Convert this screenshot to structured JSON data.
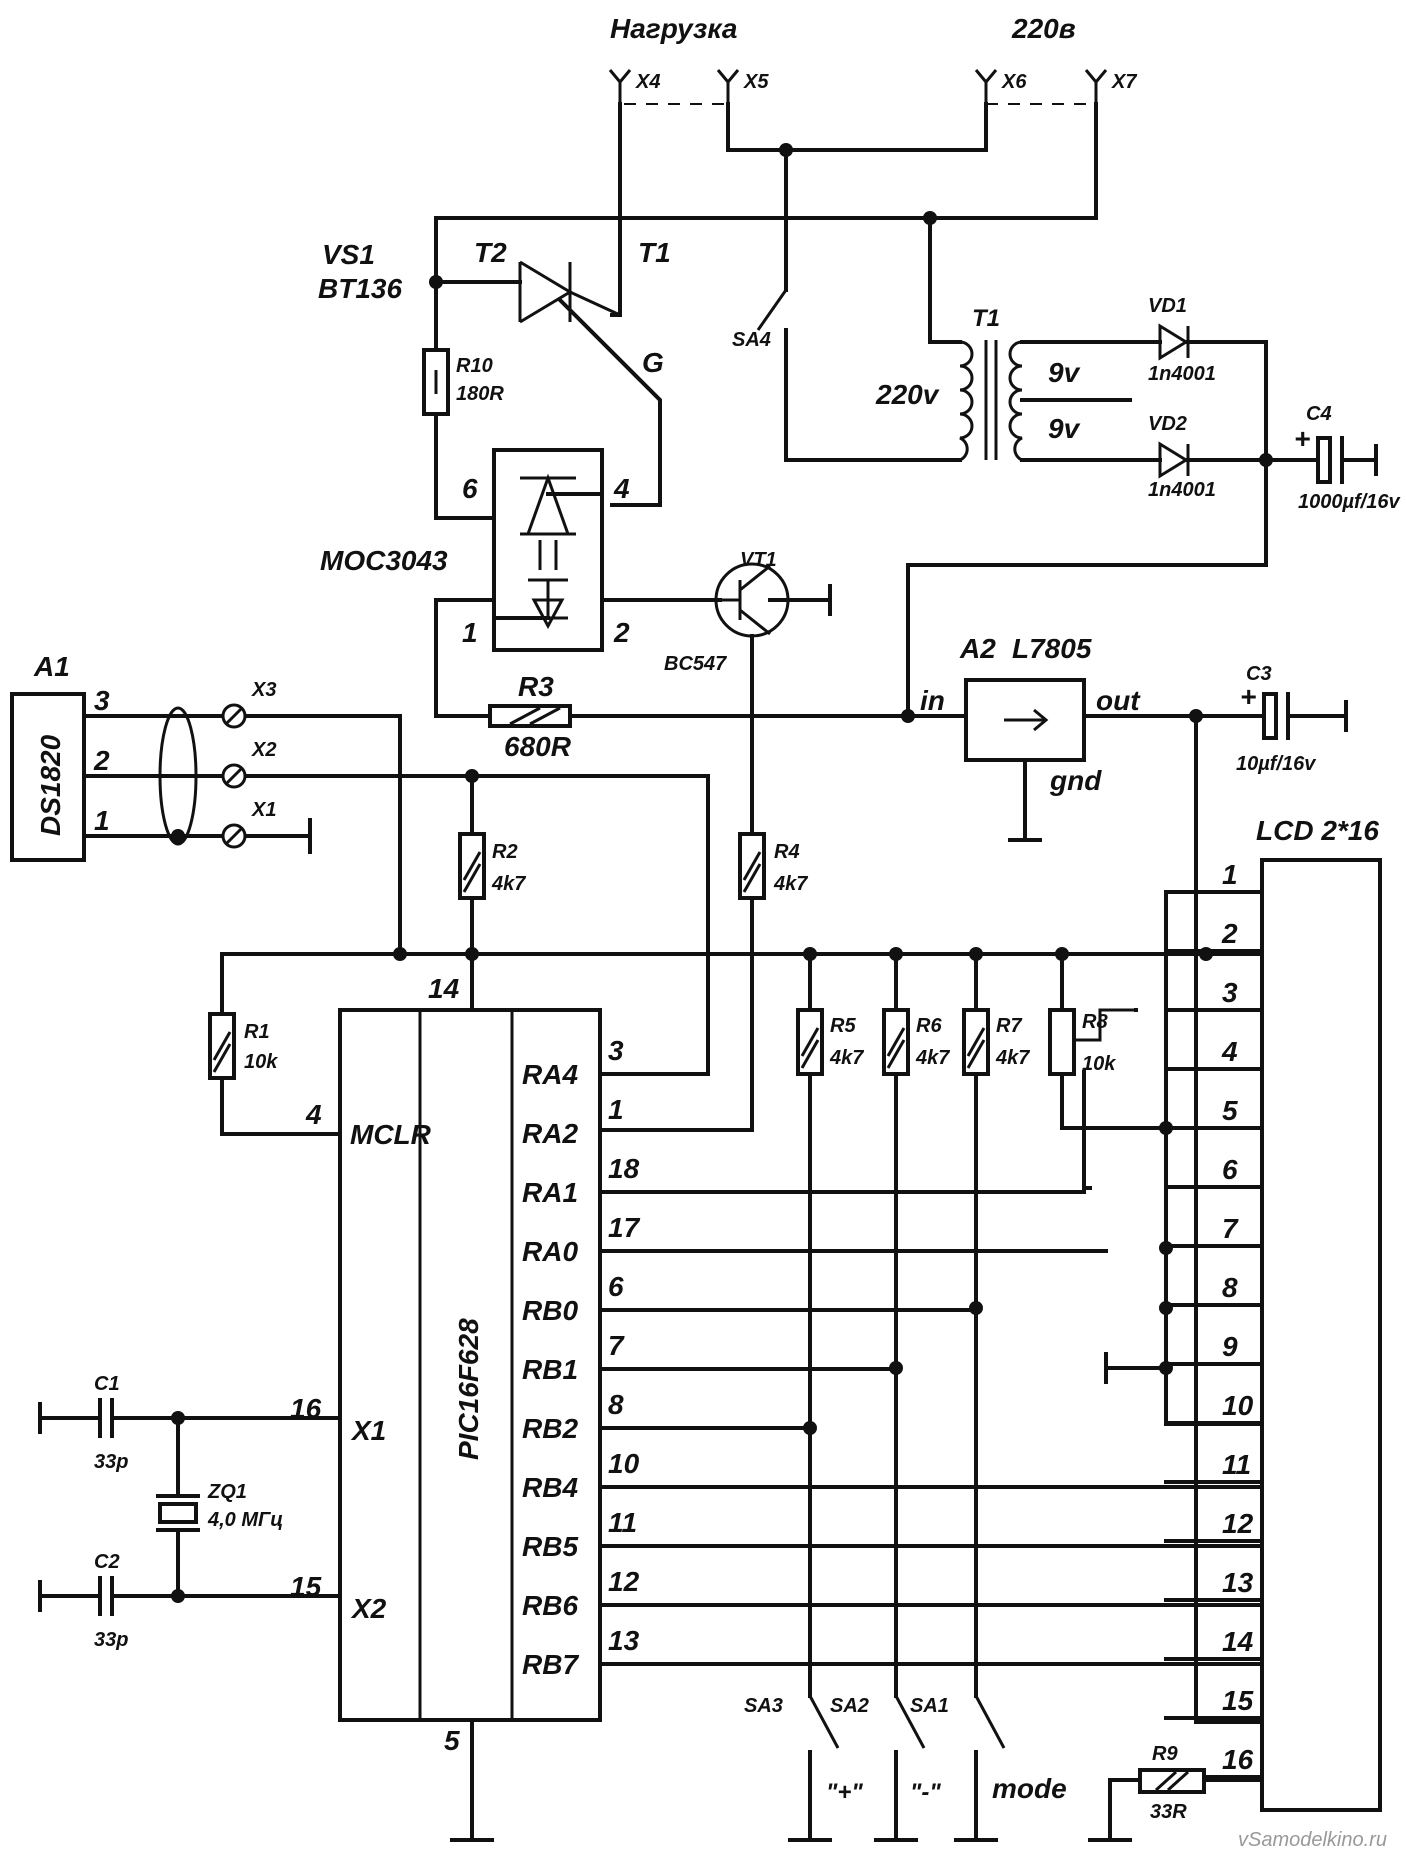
{
  "terminals": {
    "load": "Нагрузка",
    "mains": "220в",
    "x4": "X4",
    "x5": "X5",
    "x6": "X6",
    "x7": "X7",
    "x1": "X1",
    "x2": "X2",
    "x3": "X3"
  },
  "triac": {
    "ref": "VS1",
    "part": "BT136",
    "t1": "T1",
    "t2": "T2",
    "g": "G"
  },
  "optocoupler": {
    "part": "MOC3043",
    "p1": "1",
    "p2": "2",
    "p4": "4",
    "p6": "6"
  },
  "transistor": {
    "ref": "VT1",
    "part": "BC547"
  },
  "transformer": {
    "ref": "T1",
    "primary": "220v",
    "sec1": "9v",
    "sec2": "9v"
  },
  "diodes": {
    "vd1": "VD1",
    "vd1_part": "1n4001",
    "vd2": "VD2",
    "vd2_part": "1n4001"
  },
  "capacitors": {
    "c4": "C4",
    "c4_val": "1000µf/16v",
    "c3": "C3",
    "c3_val": "10µf/16v",
    "c1": "C1",
    "c1_val": "33p",
    "c2": "C2",
    "c2_val": "33p",
    "plus": "+"
  },
  "regulator": {
    "ref": "A2",
    "part": "L7805",
    "in": "in",
    "out": "out",
    "gnd": "gnd"
  },
  "resistors": {
    "r1": "R1",
    "r1_val": "10k",
    "r2": "R2",
    "r2_val": "4k7",
    "r3": "R3",
    "r3_val": "680R",
    "r4": "R4",
    "r4_val": "4k7",
    "r5": "R5",
    "r5_val": "4k7",
    "r6": "R6",
    "r6_val": "4k7",
    "r7": "R7",
    "r7_val": "4k7",
    "r8": "R8",
    "r8_val": "10k",
    "r9": "R9",
    "r9_val": "33R",
    "r10": "R10",
    "r10_val": "180R"
  },
  "sensor": {
    "ref": "A1",
    "part": "DS1820",
    "p3": "3",
    "p2": "2",
    "p1": "1"
  },
  "mcu": {
    "part": "PIC16F628",
    "mclr": "MCLR",
    "x1": "X1",
    "x2": "X2",
    "pin4": "4",
    "pin14": "14",
    "pin16": "16",
    "pin15": "15",
    "pin5": "5",
    "right_pins": [
      {
        "name": "RA4",
        "num": "3"
      },
      {
        "name": "RA2",
        "num": "1"
      },
      {
        "name": "RA1",
        "num": "18"
      },
      {
        "name": "RA0",
        "num": "17"
      },
      {
        "name": "RB0",
        "num": "6"
      },
      {
        "name": "RB1",
        "num": "7"
      },
      {
        "name": "RB2",
        "num": "8"
      },
      {
        "name": "RB4",
        "num": "10"
      },
      {
        "name": "RB5",
        "num": "11"
      },
      {
        "name": "RB6",
        "num": "12"
      },
      {
        "name": "RB7",
        "num": "13"
      }
    ]
  },
  "crystal": {
    "ref": "ZQ1",
    "val": "4,0 МГц"
  },
  "lcd": {
    "title": "LCD 2*16",
    "pins": [
      "1",
      "2",
      "3",
      "4",
      "5",
      "6",
      "7",
      "8",
      "9",
      "10",
      "11",
      "12",
      "13",
      "14",
      "15",
      "16"
    ]
  },
  "switches": {
    "sa1": "SA1",
    "sa2": "SA2",
    "sa3": "SA3",
    "sa4": "SA4",
    "plus": "\"+\"",
    "minus": "\"-\"",
    "mode": "mode"
  },
  "watermark": "vSamodelkino.ru"
}
